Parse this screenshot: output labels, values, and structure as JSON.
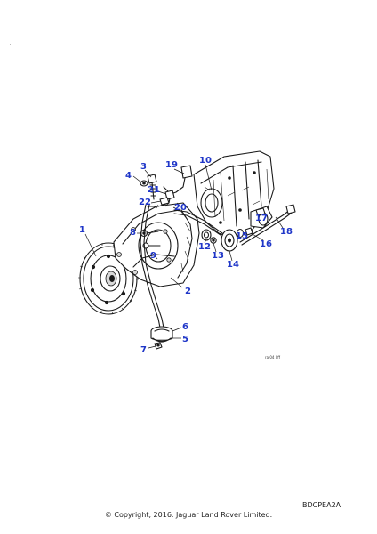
{
  "diagram": {
    "callouts": [
      "1",
      "2",
      "3",
      "4",
      "5",
      "6",
      "7",
      "8",
      "9",
      "10",
      "12",
      "13",
      "14",
      "15",
      "16",
      "17",
      "18",
      "19",
      "20",
      "21",
      "22"
    ],
    "small_reference": "ra 04 0ff"
  },
  "footer": {
    "diagram_id": "BDCPEA2A",
    "copyright": "© Copyright, 2016. Jaguar Land Rover Limited."
  },
  "colors": {
    "callout": "#1f36c8",
    "line": "#1a1a1a",
    "background": "#ffffff"
  }
}
